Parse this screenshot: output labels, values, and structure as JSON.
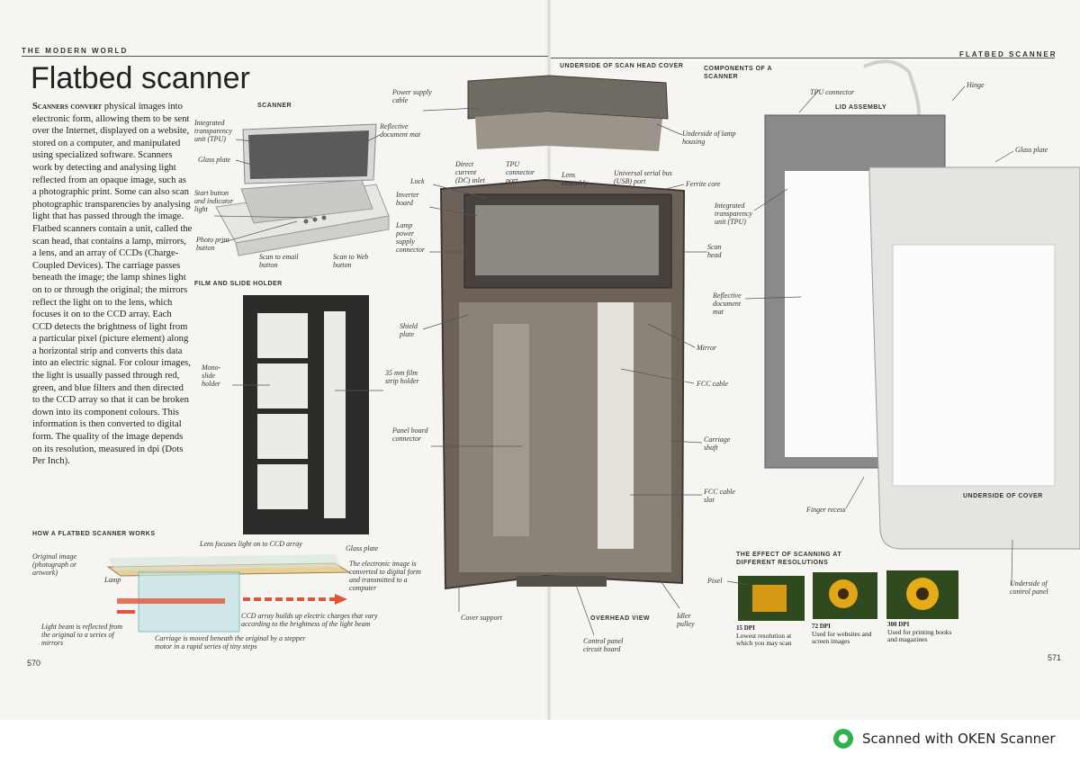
{
  "header": {
    "left_running": "THE MODERN WORLD",
    "right_running": "FLATBED SCANNER",
    "title": "Flatbed scanner"
  },
  "intro": {
    "lead": "Scanners convert",
    "text": " physical images into electronic form, allowing them to be sent over the Internet, displayed on a website, stored on a computer, and manipulated using specialized software. Scanners work by detecting and analysing light reflected from an opaque image, such as a photographic print. Some can also scan photographic transparencies by analysing light that has passed through the image. Flatbed scanners contain a unit, called the scan head, that contains a lamp, mirrors, a lens, and an array of CCDs (Charge-Coupled Devices). The carriage passes beneath the image; the lamp shines light on to or through the original; the mirrors reflect the light on to the lens, which focuses it on to the CCD array. Each CCD detects the brightness of light from a particular pixel (picture element) along a horizontal strip and converts this data into an electric signal. For colour images, the light is usually passed through red, green, and blue filters and then directed to the CCD array so that it can be broken down into its component colours. This information is then converted to digital form. The quality of the image depends on its resolution, measured in dpi (Dots Per Inch)."
  },
  "scanner": {
    "heading": "SCANNER",
    "labels": {
      "tpu": "Integrated transparency unit (TPU)",
      "reflective_mat": "Reflective document mat",
      "glass": "Glass plate",
      "start": "Start button and indicator light",
      "photo": "Photo print button",
      "email": "Scan to email button",
      "web": "Scan to Web button"
    }
  },
  "film": {
    "heading": "FILM AND SLIDE HOLDER",
    "mono": "Mono-slide holder",
    "strip": "35 mm film strip holder"
  },
  "how": {
    "heading": "HOW A FLATBED SCANNER WORKS",
    "lens": "Lens focuses light on to CCD array",
    "glass": "Glass plate",
    "original": "Original image (photograph or artwork)",
    "lamp": "Lamp",
    "electronic": "The electronic image is converted to digital form and transmitted to a computer",
    "beam": "Light beam is reflected from the original to a series of mirrors",
    "ccd": "CCD array builds up electric charges that vary according to the brightness of the light beam",
    "carriage": "Carriage is moved beneath the original by a stepper motor in a rapid series of tiny steps"
  },
  "overhead": {
    "underside_cover": "UNDERSIDE OF SCAN HEAD COVER",
    "power": "Power supply cable",
    "underside_lamp": "Underside of lamp housing",
    "dc": "Direct current (DC) inlet",
    "tpu_port": "TPU connector port",
    "lens": "Lens assembly",
    "usb": "Universal serial bus (USB) port",
    "ferrite": "Ferrite core",
    "lock": "Lock",
    "inverter": "Inverter board",
    "lamp_conn": "Lamp power supply connector",
    "scan_head": "Scan head",
    "shield": "Shield plate",
    "mirror": "Mirror",
    "fcc": "FCC cable",
    "panel": "Panel board connector",
    "carriage": "Carriage shaft",
    "fcc_slot": "FCC cable slot",
    "cover_support": "Cover support",
    "view": "OVERHEAD VIEW",
    "idler": "Idler pulley",
    "control_board": "Control panel circuit board"
  },
  "components": {
    "heading": "COMPONENTS OF A SCANNER",
    "tpu_conn": "TPU connector",
    "hinge": "Hinge",
    "lid": "LID ASSEMBLY",
    "glass": "Glass plate",
    "tpu": "Integrated transparency unit (TPU)",
    "reflective": "Reflective document mat",
    "finger": "Finger recess",
    "underside_cover": "UNDERSIDE OF COVER",
    "underside_panel": "Underside of control panel"
  },
  "effect": {
    "heading": "THE EFFECT OF SCANNING AT DIFFERENT RESOLUTIONS",
    "pixel": "Pixel",
    "r1_dpi": "15 DPI",
    "r1_desc": "Lowest resolution at which you may scan",
    "r2_dpi": "72 DPI",
    "r2_desc": "Used for websites and screen images",
    "r3_dpi": "300 DPI",
    "r3_desc": "Used for printing books and magazines"
  },
  "pages": {
    "left": "570",
    "right": "571"
  },
  "footer": {
    "text": "Scanned with OKEN Scanner"
  },
  "colors": {
    "accent": "#2db34a",
    "body_bg": "#f7f5f1"
  }
}
